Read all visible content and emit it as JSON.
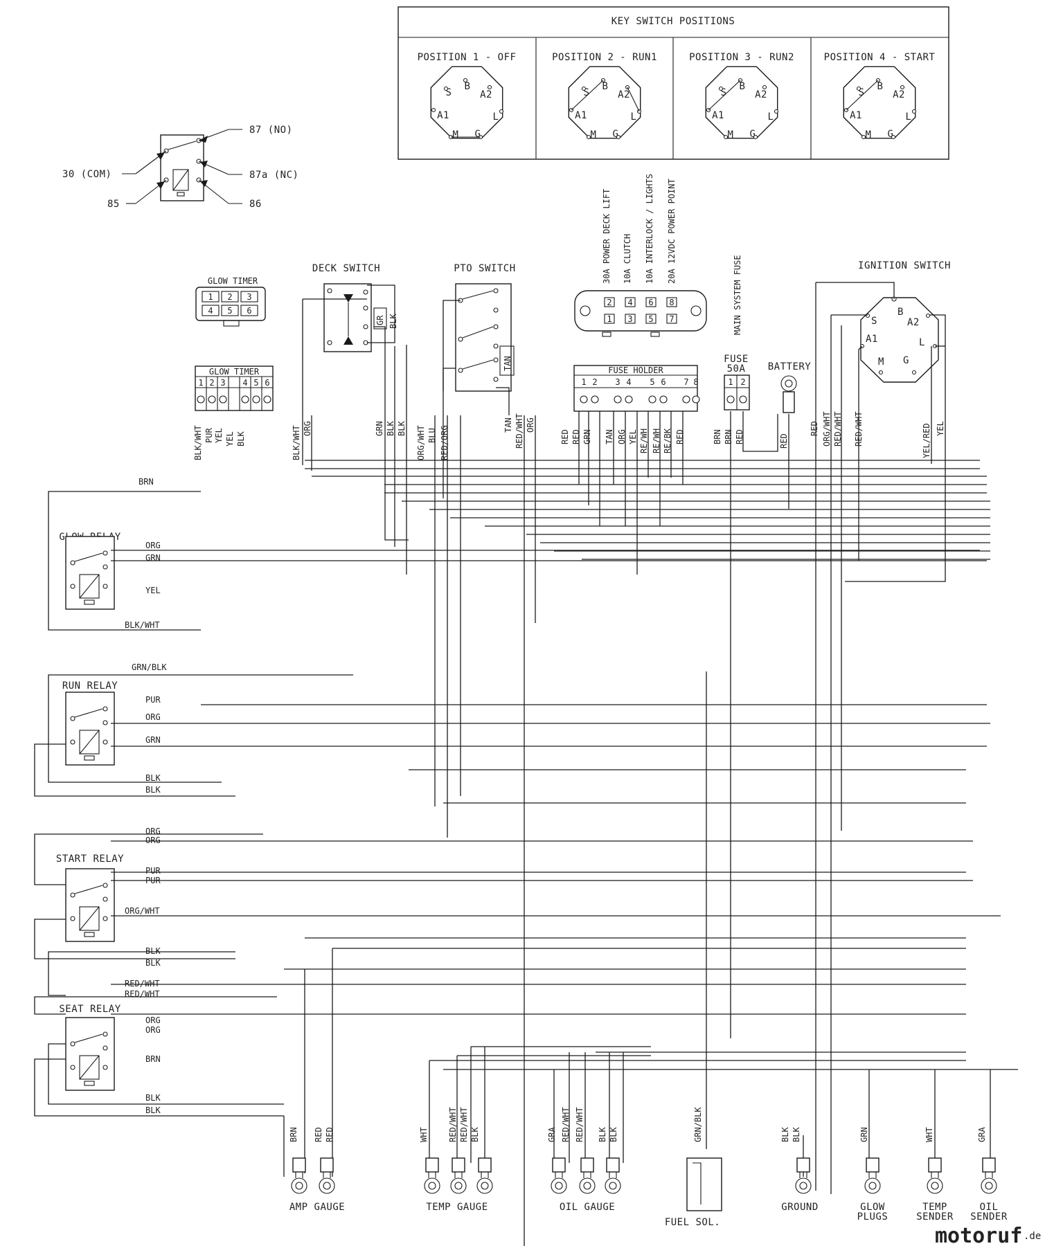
{
  "key_switch": {
    "title": "KEY SWITCH POSITIONS",
    "positions": [
      {
        "label": "POSITION 1 - OFF",
        "jumpers": [
          [
            "M",
            "G"
          ]
        ]
      },
      {
        "label": "POSITION 2 - RUN1",
        "jumpers": [
          [
            "A1",
            "B"
          ],
          [
            "A2",
            "L"
          ]
        ]
      },
      {
        "label": "POSITION 3 - RUN2",
        "jumpers": [
          [
            "A1",
            "B"
          ]
        ]
      },
      {
        "label": "POSITION 4 - START",
        "jumpers": [
          [
            "A1",
            "B"
          ]
        ]
      }
    ],
    "terminals": [
      "S",
      "B",
      "A2",
      "L",
      "A1",
      "M",
      "G"
    ]
  },
  "relay_legend": {
    "pins": [
      "87 (NO)",
      "30 (COM)",
      "87a (NC)",
      "85",
      "86"
    ]
  },
  "glow_timer_top": {
    "title": "GLOW TIMER",
    "pins": [
      "1",
      "2",
      "3",
      "4",
      "5",
      "6"
    ]
  },
  "glow_timer_conn": {
    "title": "GLOW TIMER",
    "pins": [
      "1",
      "2",
      "3",
      "4",
      "5",
      "6"
    ],
    "wires": [
      "BLK/WHT",
      "PUR",
      "YEL",
      "YEL",
      "BLK"
    ]
  },
  "deck_switch": {
    "title": "DECK SWITCH",
    "tags": [
      "GR",
      "BLK"
    ],
    "wires": [
      "BLK/WHT",
      "ORG",
      "GRN",
      "BLK",
      "BLK",
      "ORG/WHT"
    ]
  },
  "pto_switch": {
    "title": "PTO SWITCH",
    "tag": "TAN",
    "wires": [
      "BLU",
      "RED/ORG",
      "TAN",
      "RED/WHT",
      "ORG"
    ]
  },
  "fuse_block": {
    "ratings": [
      "30A POWER DECK LIFT",
      "10A CLUTCH",
      "10A INTERLOCK / LIGHTS",
      "20A 12VDC POWER POINT"
    ],
    "top_pins": [
      "2",
      "4",
      "6",
      "8"
    ],
    "bottom_pins": [
      "1",
      "3",
      "5",
      "7"
    ]
  },
  "fuse_holder": {
    "title": "FUSE HOLDER",
    "pins": [
      "1",
      "2",
      "3",
      "4",
      "5",
      "6",
      "7",
      "8"
    ],
    "wires": [
      "RED",
      "RED",
      "GRN",
      "TAN",
      "ORG",
      "YEL",
      "RE/WH",
      "RE/WH",
      "RE/BK",
      "RED"
    ]
  },
  "main_fuse": {
    "title": "MAIN SYSTEM FUSE",
    "fuse_label": "FUSE",
    "rating": "50A",
    "pins": [
      "1",
      "2"
    ],
    "wires": [
      "BRN",
      "BRN",
      "RED"
    ]
  },
  "battery": {
    "title": "BATTERY",
    "wire": "RED"
  },
  "ignition_switch": {
    "title": "IGNITION SWITCH",
    "wires": [
      "RED",
      "ORG/WHT",
      "RED/WHT",
      "RED/WHT",
      "YEL/RED",
      "YEL"
    ]
  },
  "relays": [
    {
      "title": "GLOW RELAY",
      "wires": [
        "BRN",
        "ORG",
        "GRN",
        "YEL",
        "BLK/WHT"
      ]
    },
    {
      "title": "RUN RELAY",
      "wires": [
        "GRN/BLK",
        "PUR",
        "ORG",
        "GRN",
        "BLK",
        "BLK"
      ]
    },
    {
      "title": "START RELAY",
      "wires": [
        "ORG",
        "ORG",
        "PUR",
        "PUR",
        "ORG/WHT",
        "BLK",
        "BLK"
      ]
    },
    {
      "title": "SEAT RELAY",
      "wires": [
        "RED/WHT",
        "RED/WHT",
        "ORG",
        "ORG",
        "BRN",
        "BLK",
        "BLK"
      ]
    }
  ],
  "bottom_components": [
    {
      "title": "AMP GAUGE",
      "wires": [
        "BRN",
        "RED",
        "RED"
      ]
    },
    {
      "title": "TEMP GAUGE",
      "wires": [
        "WHT",
        "RED/WHT",
        "RED/WHT",
        "BLK"
      ]
    },
    {
      "title": "OIL GAUGE",
      "wires": [
        "GRA",
        "RED/WHT",
        "RED/WHT",
        "BLK",
        "BLK"
      ]
    },
    {
      "title": "FUEL SOL.",
      "wires": [
        "GRN/BLK"
      ]
    },
    {
      "title": "GROUND",
      "wires": [
        "BLK",
        "BLK"
      ]
    },
    {
      "title": "GLOW PLUGS",
      "wires": [
        "GRN"
      ]
    },
    {
      "title": "TEMP SENDER",
      "wires": [
        "WHT"
      ]
    },
    {
      "title": "OIL SENDER",
      "wires": [
        "GRA"
      ]
    }
  ],
  "watermark": {
    "brand": "motoruf",
    "tld": ".de"
  }
}
